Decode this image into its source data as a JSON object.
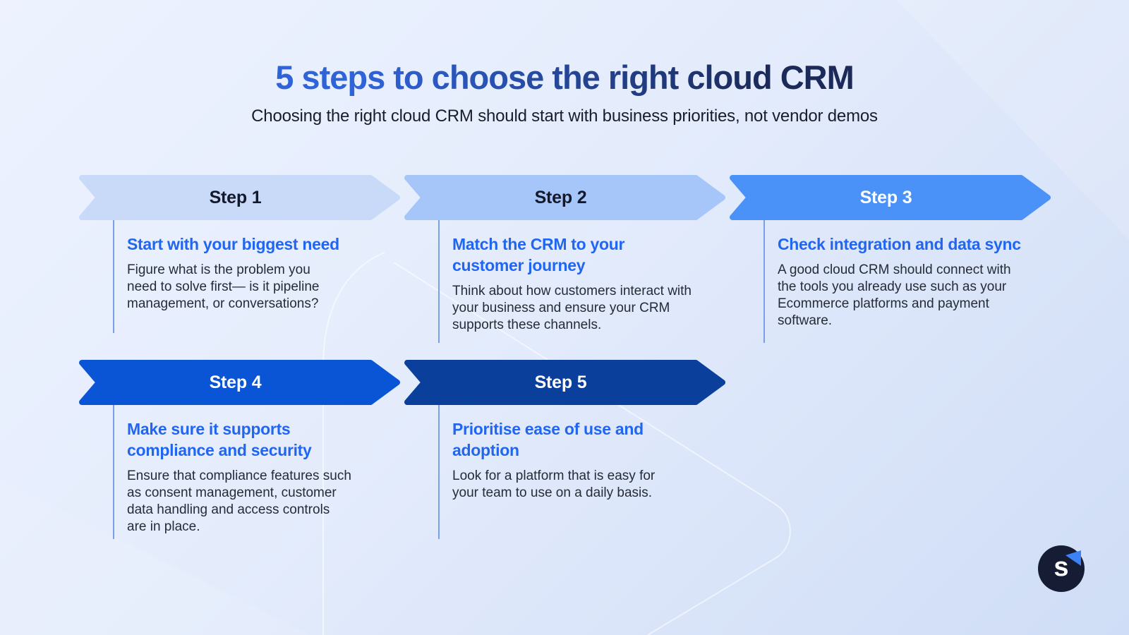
{
  "page": {
    "title": "5 steps to choose the right cloud CRM",
    "subtitle": "Choosing the right cloud CRM should start with business priorities, not vendor demos"
  },
  "steps": [
    {
      "label": "Step 1",
      "heading": "Start with your biggest need",
      "body": "Figure what is the problem you\nneed to solve first— is it pipeline\nmanagement, or conversations?",
      "banner_color": "#c9daf9",
      "label_color": "#14182b"
    },
    {
      "label": "Step 2",
      "heading": "Match the CRM to your\ncustomer journey",
      "body": "Think about how customers interact with\nyour business and ensure your CRM\nsupports these channels.",
      "banner_color": "#a6c6fa",
      "label_color": "#14182b"
    },
    {
      "label": "Step 3",
      "heading": "Check integration and data sync",
      "body": "A good cloud CRM should connect with\nthe tools you already use such as your\nEcommerce platforms and payment\nsoftware.",
      "banner_color": "#4b92f8",
      "label_color": "#ffffff"
    },
    {
      "label": "Step 4",
      "heading": "Make sure it supports\ncompliance and security",
      "body": "Ensure that compliance features such\nas consent management, customer\ndata handling and access controls\nare in place.",
      "banner_color": "#0a55d5",
      "label_color": "#ffffff"
    },
    {
      "label": "Step 5",
      "heading": "Prioritise ease of use and\nadoption",
      "body": "Look for a platform that is easy for\nyour team to use on a daily basis.",
      "banner_color": "#0a3f9c",
      "label_color": "#ffffff"
    }
  ],
  "logo": {
    "letter": "s"
  },
  "colors": {
    "title_gradient_start": "#2f63d8",
    "title_gradient_end": "#1b2a59",
    "heading_blue": "#2166f0",
    "body_text": "#252b37",
    "connector_line": "#7aa0ea",
    "background_start": "#edf2fe",
    "background_end": "#cfddf6",
    "logo_circle": "#151c33",
    "logo_flag": "#3b82f6"
  }
}
